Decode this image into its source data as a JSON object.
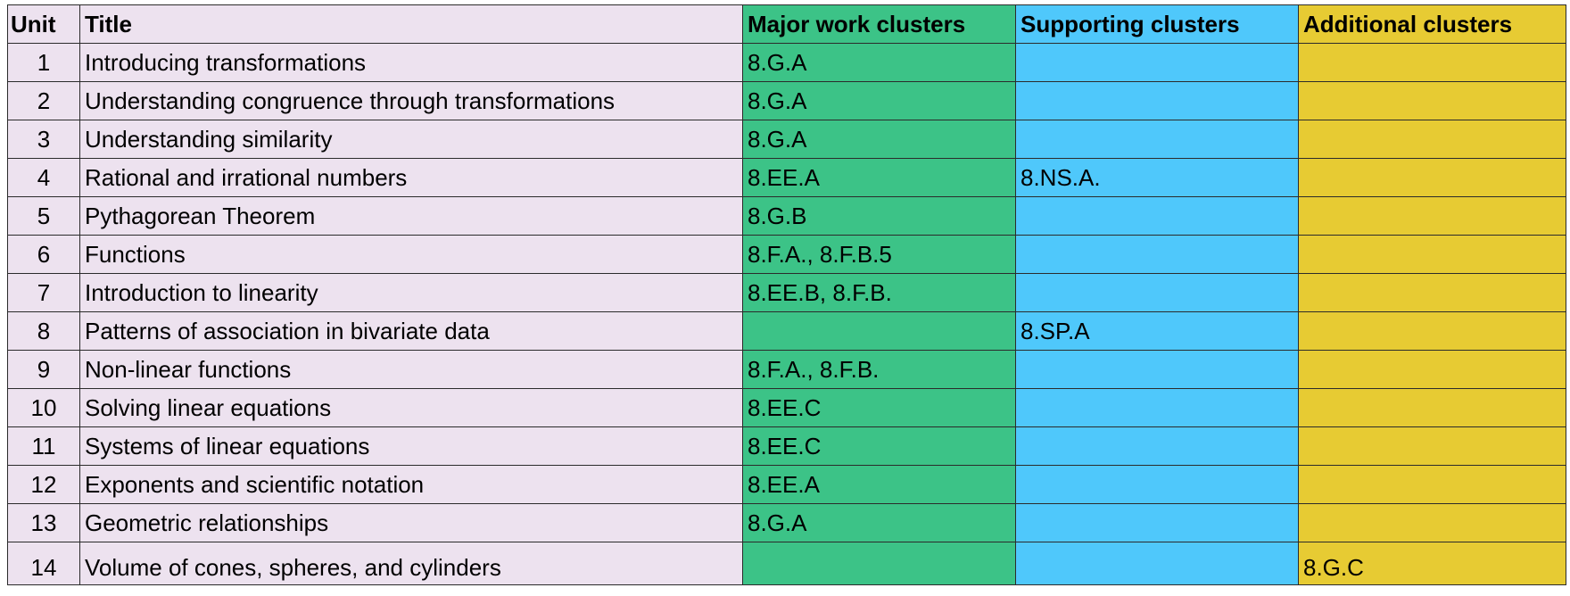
{
  "headers": {
    "unit": "Unit",
    "title": "Title",
    "major": "Major work clusters",
    "supporting": "Supporting clusters",
    "additional": "Additional clusters"
  },
  "rows": [
    {
      "unit": "1",
      "title": "Introducing transformations",
      "major": "8.G.A",
      "supporting": "",
      "additional": ""
    },
    {
      "unit": "2",
      "title": "Understanding congruence through transformations",
      "major": "8.G.A",
      "supporting": "",
      "additional": ""
    },
    {
      "unit": "3",
      "title": "Understanding similarity",
      "major": "8.G.A",
      "supporting": "",
      "additional": ""
    },
    {
      "unit": "4",
      "title": "Rational and irrational numbers",
      "major": "8.EE.A",
      "supporting": "8.NS.A.",
      "additional": ""
    },
    {
      "unit": "5",
      "title": "Pythagorean Theorem",
      "major": "8.G.B",
      "supporting": "",
      "additional": ""
    },
    {
      "unit": "6",
      "title": "Functions",
      "major": "8.F.A., 8.F.B.5",
      "supporting": "",
      "additional": ""
    },
    {
      "unit": "7",
      "title": "Introduction to linearity",
      "major": "8.EE.B, 8.F.B.",
      "supporting": "",
      "additional": ""
    },
    {
      "unit": "8",
      "title": "Patterns of association in bivariate data",
      "major": "",
      "supporting": "8.SP.A",
      "additional": ""
    },
    {
      "unit": "9",
      "title": "Non-linear functions",
      "major": "8.F.A., 8.F.B.",
      "supporting": "",
      "additional": ""
    },
    {
      "unit": "10",
      "title": "Solving linear equations",
      "major": "8.EE.C",
      "supporting": "",
      "additional": ""
    },
    {
      "unit": "11",
      "title": "Systems of linear equations",
      "major": "8.EE.C",
      "supporting": "",
      "additional": ""
    },
    {
      "unit": "12",
      "title": "Exponents and scientific notation",
      "major": "8.EE.A",
      "supporting": "",
      "additional": ""
    },
    {
      "unit": "13",
      "title": "Geometric relationships",
      "major": "8.G.A",
      "supporting": "",
      "additional": ""
    },
    {
      "unit": "14",
      "title": "Volume of cones, spheres, and cylinders",
      "major": "",
      "supporting": "",
      "additional": "8.G.C"
    }
  ],
  "colors": {
    "unit_title_bg": "#ede2ef",
    "major_bg": "#3cc387",
    "supporting_bg": "#4fc8fb",
    "additional_bg": "#e7cb33"
  }
}
